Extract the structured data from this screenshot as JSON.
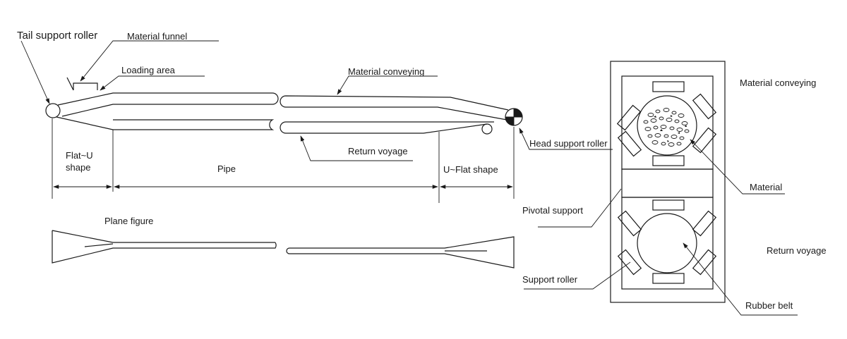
{
  "labels": {
    "tail_support_roller": "Tail  support roller",
    "material_funnel": "Material funnel",
    "loading_area": "Loading area",
    "material_conveying_top": "Material conveying",
    "return_voyage_top": "Return voyage",
    "head_support_roller": "Head support roller",
    "flat_u_line1": "Flat~U",
    "flat_u_line2": "shape",
    "pipe": "Pipe",
    "u_flat_shape": "U~Flat shape",
    "plane_figure": "Plane figure",
    "material_conveying_right": "Material conveying",
    "material": "Material",
    "pivotal_support": "Pivotal support",
    "return_voyage_right": "Return  voyage",
    "support_roller": "Support roller",
    "rubber_belt": "Rubber belt"
  }
}
